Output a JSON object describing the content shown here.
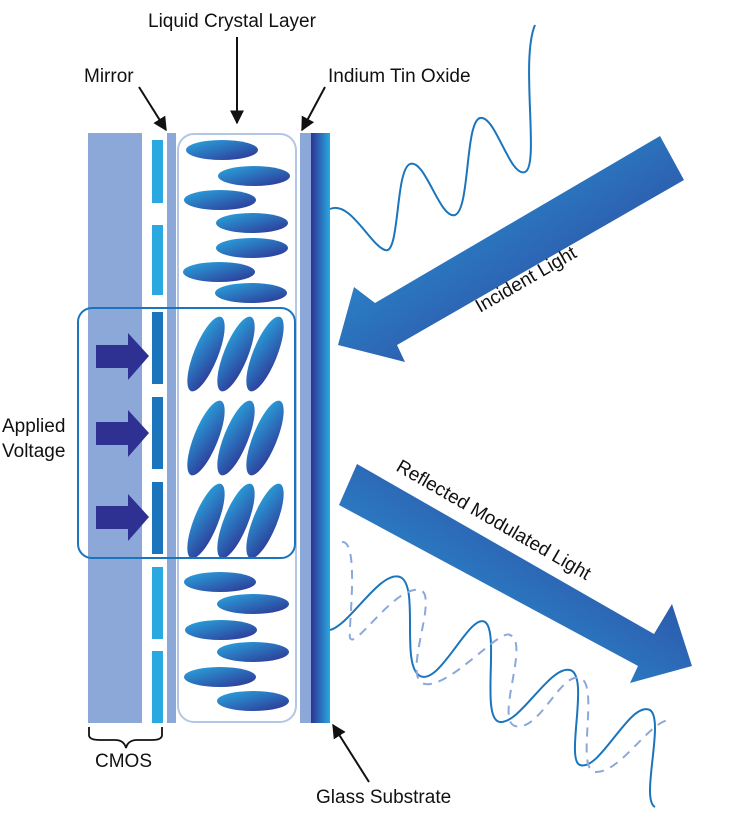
{
  "title": "LCoS (Liquid Crystal on Silicon) Cross-Section",
  "labels": {
    "liquid_crystal_layer": "Liquid Crystal Layer",
    "mirror": "Mirror",
    "indium_tin_oxide": "Indium Tin Oxide",
    "incident_light": "Incident Light",
    "applied_voltage_line1": "Applied",
    "applied_voltage_line2": "Voltage",
    "reflected_light": "Reflected Modulated Light",
    "cmos": "CMOS",
    "glass_substrate": "Glass Substrate"
  },
  "colors": {
    "cmos_block": "#8ca8d9",
    "mirror_off": "#29a9e0",
    "mirror_on": "#1b75bc",
    "layer_strip": "#8ca8d9",
    "lc_box_border": "#b4c6e6",
    "gradient_light": "#29a9e0",
    "gradient_dark": "#2e3192",
    "voltage_arrow": "#2e3192",
    "voltage_box": "#1b75bc",
    "wave": "#1b75bc",
    "wave_dashed": "#8ca8d9",
    "text": "#111111"
  },
  "components": {
    "mirror_segments": [
      "off",
      "off",
      "on",
      "on",
      "on",
      "off",
      "off"
    ],
    "lc_molecules_unaligned_rows": 7,
    "lc_molecules_aligned_groups": 3,
    "voltage_arrows": 3
  }
}
